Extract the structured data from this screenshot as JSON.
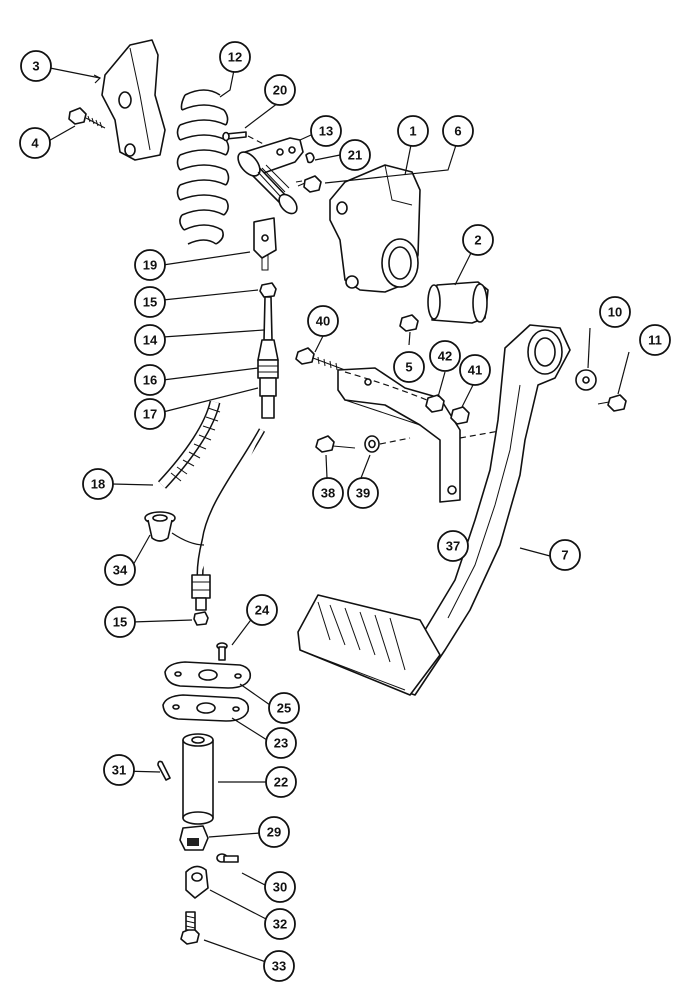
{
  "labels": {
    "p1": "1",
    "p2": "2",
    "p3": "3",
    "p4": "4",
    "p5": "5",
    "p6": "6",
    "p7": "7",
    "p10": "10",
    "p11": "11",
    "p12": "12",
    "p13": "13",
    "p14": "14",
    "p15a": "15",
    "p15b": "15",
    "p16": "16",
    "p17": "17",
    "p18": "18",
    "p19": "19",
    "p20": "20",
    "p21": "21",
    "p22": "22",
    "p23": "23",
    "p24": "24",
    "p25": "25",
    "p29": "29",
    "p30": "30",
    "p31": "31",
    "p32": "32",
    "p33": "33",
    "p34": "34",
    "p37": "37",
    "p38": "38",
    "p39": "39",
    "p40": "40",
    "p41": "41",
    "p42": "42"
  }
}
